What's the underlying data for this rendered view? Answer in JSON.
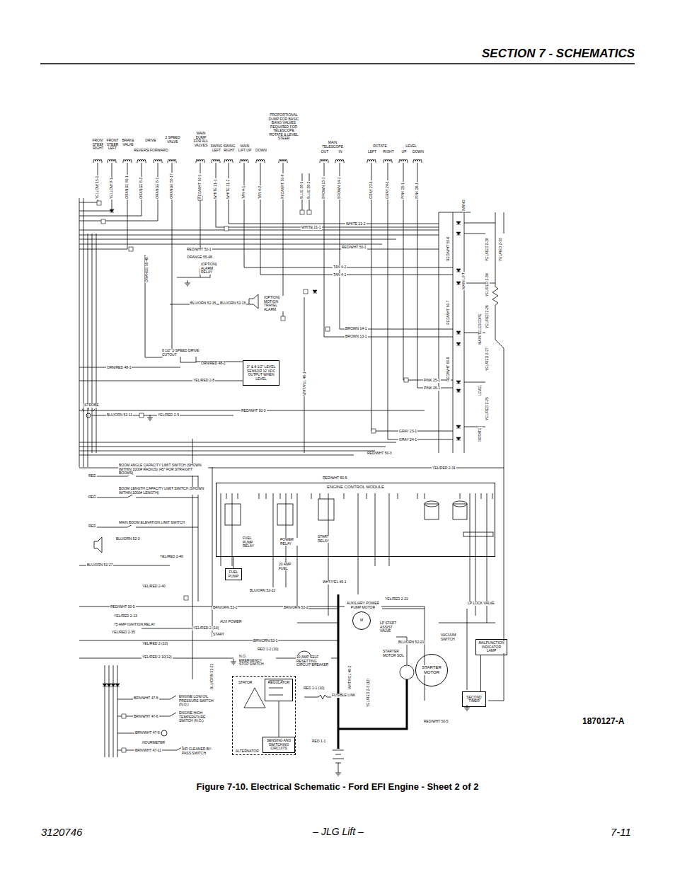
{
  "diagram": {
    "title": "SECTION 7 - SCHEMATICS",
    "caption": "Figure 7-10. Electrical Schematic - Ford EFI Engine - Sheet 2 of 2",
    "nodes": [
      {
        "text": [
          "ENGINE CONTROL MODULE"
        ]
      },
      {
        "text": [
          "3\" & 8 1/2\" LEVEL SENSOR 12 VDC OUTPUT WHEN LEVEL"
        ]
      },
      {
        "text": [
          "FUEL PUMP"
        ]
      },
      {
        "text": [
          "ALTERNATOR"
        ]
      },
      {
        "text": [
          "REGULATOR"
        ],
        "in": 3
      },
      {
        "text": [
          "SENSING AND SWITCHING CIRCUITS"
        ],
        "in": 3
      },
      {
        "text": [
          "STARTER MOTOR"
        ]
      },
      {
        "text": [
          "AUXILIARY POWER PUMP MOTOR",
          "M"
        ]
      },
      {
        "text": [
          "SECOND TIMER"
        ]
      },
      {
        "text": [
          "MALFUNCTION INDICATOR LAMP"
        ]
      }
    ],
    "edges": [
      {
        "from": 0,
        "to": 2,
        "arrow": "none"
      },
      {
        "from": 9,
        "to": 8,
        "arrow": "none"
      },
      {
        "from": 4,
        "to": 5,
        "arrow": "none"
      }
    ],
    "labels": [
      "FRONT STEER RIGHT",
      "FRONT STEER LEFT",
      "BRAKE VALVE",
      "DRIVE",
      "REVERSE",
      "FORWARD",
      "2 SPEED VALVE",
      "MAIN DUMP FOR ALL VALVES",
      "SWING LEFT",
      "SWING RIGHT",
      "MAIN LIFT UP",
      "DOWN",
      "PROPORTIONAL DUMP FOR BASIC BANG VALVES REQUIRED FOR TELESCOPE ROTATE & LEVEL STEER",
      "MAIN TELESCOPE",
      "OUT",
      "IN",
      "ROTATE",
      "LEFT",
      "RIGHT",
      "LEVEL",
      "UP",
      "DOWN",
      "YELLOW 15-1",
      "YELLOW 9-1",
      "ORANGE 55-1",
      "ORANGE 8-2",
      "ORANGE 8-1",
      "ORANGE 55-17",
      "RED/WHT 50-1",
      "WHITE 21-1",
      "WHITE 21-2",
      "TAN 4-1",
      "TAN 4-2",
      "RED/WHT 50-9",
      "BLUE 28-1",
      "BLUE 28-2",
      "BROWN 13-1",
      "BROWN 14-1",
      "GRAY 23-1",
      "GRAY 24-1",
      "PINK 25-1",
      "PINK 26-1",
      "WHITE 21-1",
      "WHITE 21-2",
      "RED/WHT 50-1",
      "RED/WHT 50-1",
      "ORANGE 55-48",
      "ORANGE 55-48",
      "(OPTION) ALARM RELAY",
      "TAN 4-2",
      "TAN 4-1",
      "BLU/ORN 52-15",
      "BLU/ORN 52-15",
      "(OPTION) MOTION TRAVEL ALARM",
      "BROWN 14-1",
      "BROWN 13-1",
      "8 1/2\" 2-SPEED DRIVE CUTOUT",
      "ORN/RED 48-1",
      "ORN/RED 48-2",
      "YEL/RED 2-8",
      "WHT/YEL 46-1",
      "PINK 25-1",
      "PINK 26-1",
      "STROBE",
      "BLU/ORN 52-11",
      "YEL/RED 2-9",
      "RED/WHT 50-3",
      "GRAY 23-1",
      "GRAY 24-1",
      "RED/WHT 50-3",
      "YEL/RED 2-31",
      "BOOM ANGLE CAPACITY LIMIT SWITCH (SHOWN WITHIN 1000# RADIUS) (45° FOR STRAIGHT BOOMS)",
      "RED",
      "BOOM LENGTH CAPACITY LIMIT SWITCH (SHOWN WITHIN 1000# LENGTH)",
      "RED",
      "MAIN BOOM ELEVATION LIMIT SWITCH",
      "RED",
      "RED/WHT 50-5",
      "SWING",
      "MAIN LIFT",
      "MAIN TELESCOPE",
      "LEVEL",
      "ROTATE",
      "RED/WHT 50-6",
      "RED/WHT 50-7",
      "RED/WHT 50-8",
      "YEL/RED 2-28",
      "YEL/RED 2-33",
      "YEL/RED 2-34",
      "YEL/RED 2-26",
      "YEL/RED 2-27",
      "YEL/RED 2-25",
      "BLU/ORN 52-3",
      "YEL/RED 2-40",
      "BLU/ORN 52-27",
      "YEL/RED 2-40",
      "BLU/ORN 52-22",
      "RED/WHT 50-5",
      "BRN/ORN 53-2",
      "BRN/ORN 53-2",
      "YEL/RED 2-13",
      "75 AMP IGNITION RELAY",
      "YEL/RED 2-35",
      "YEL/RED 2-(10)",
      "AUX POWER",
      "BRN/ORN 53-1",
      "START",
      "YEL/RED 2-(10)",
      "YEL/RED 2-10(12)",
      "RED 1-2 (10)",
      "N.O. EMERGENCY STOP SWITCH",
      "10 AMP SELF RESETTING CIRCUIT BREAKER",
      "BLU/ORN 52-21",
      "FUSIBLE LINK",
      "RED 1-1 (10)",
      "RED 1-1",
      "STATOR",
      "BRN/WHT 47-5",
      "ENGINE LOW OIL PRESSURE SWITCH (N.O.)",
      "BRN/WHT 47-6",
      "ENGINE HIGH TEMPERATURE SWITCH (N.O.)",
      "BRN/WHT 47-9",
      "HOURMETER",
      "BRN/WHT 47-11",
      "AIR CLEANER BY-PASS SWITCH",
      "RED/WHT 50-5",
      "WHT/YEL 46-1",
      "YEL/RED 2-22",
      "LP START ASSIST VALVE",
      "LP LOCK VALVE",
      "VACUUM SWITCH",
      "STARTER MOTOR SOL",
      "WHT/YEL 46-2",
      "YEL/RED 2-3 (12)",
      "BLU/ORN 52-21",
      "FUEL PUMP RELAY",
      "POWER RELAY",
      "START RELAY",
      "20 AMP FUEL",
      "1870127-A",
      "3120746",
      "– JLG Lift –",
      "7-11"
    ]
  }
}
